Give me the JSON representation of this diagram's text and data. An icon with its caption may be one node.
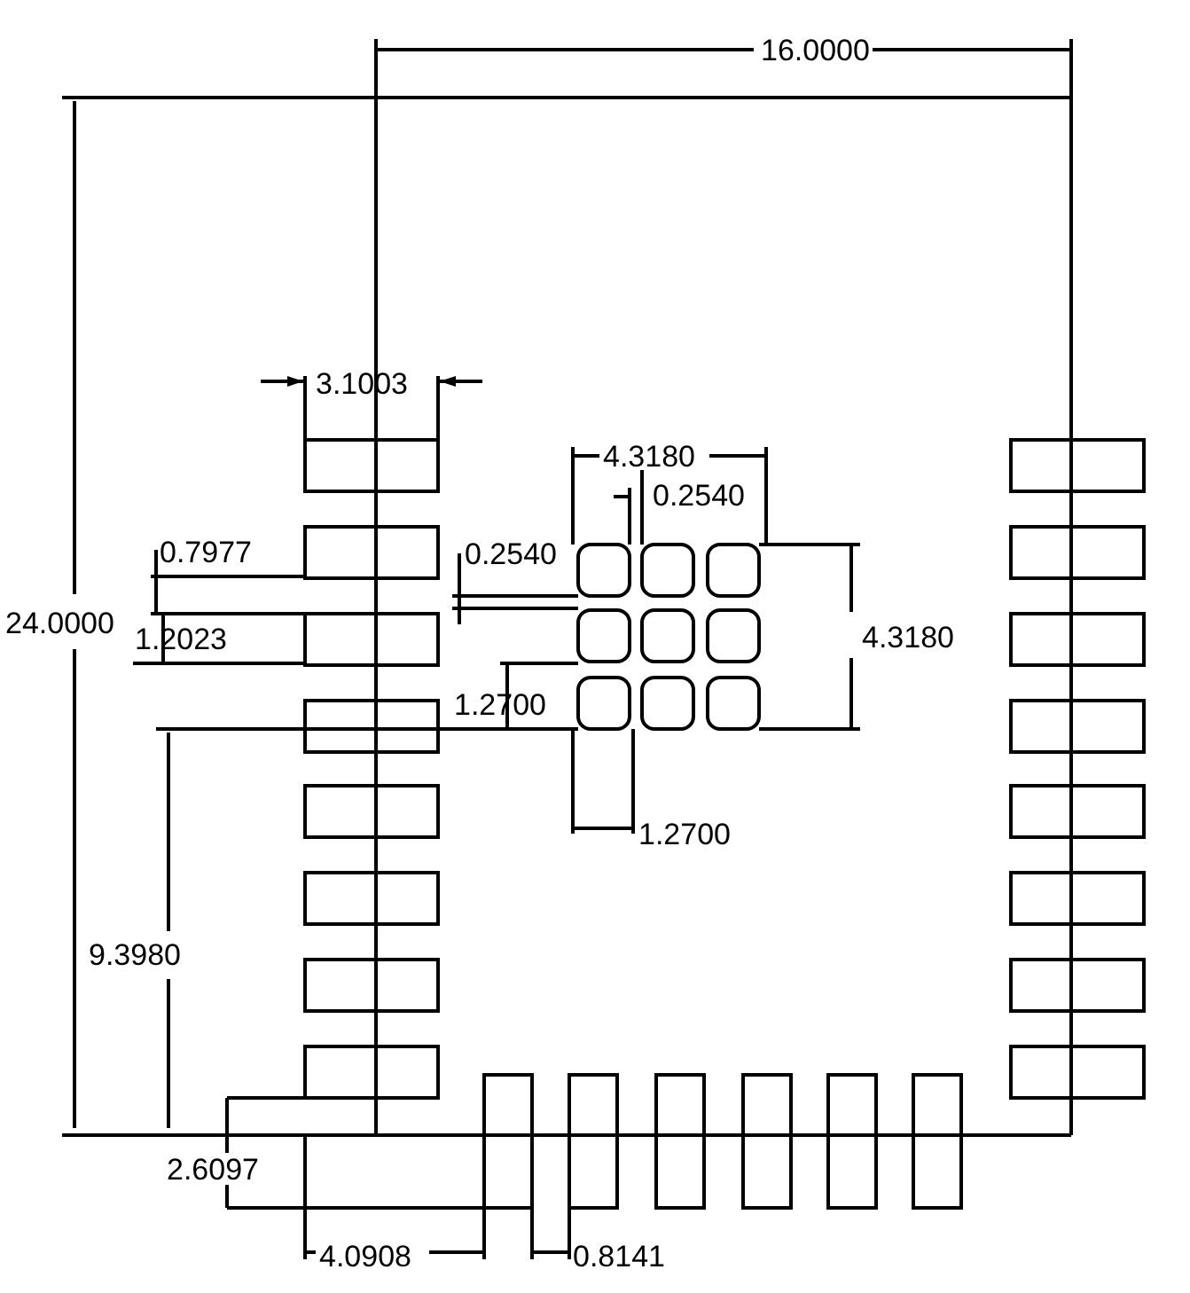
{
  "diagram": {
    "labels": [
      "16.0000",
      "3.1003",
      "4.3180",
      "0.2540",
      "0.7977",
      "0.2540",
      "24.0000",
      "1.2023",
      "4.3180",
      "1.2700",
      "9.3980",
      "1.2700",
      "2.6097",
      "4.0908",
      "0.8141"
    ]
  }
}
